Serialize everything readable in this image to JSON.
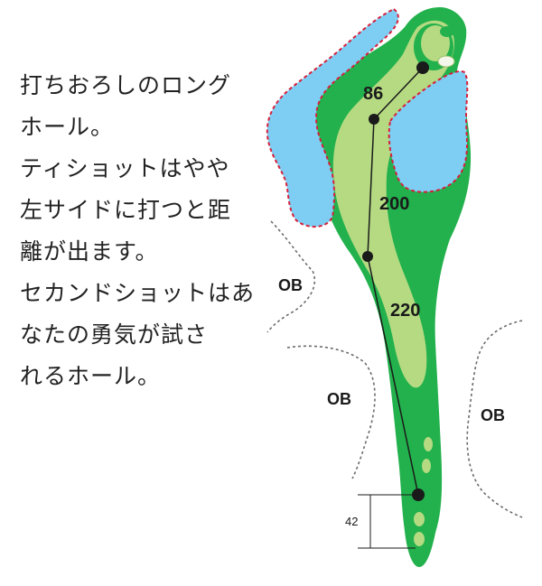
{
  "description": {
    "lines": [
      "打ちおろしのロング",
      "ホール。",
      "ティショットはやや",
      "左サイドに打つと距",
      "離が出ます。",
      "セカンドショットはあ",
      "なたの勇気が試さ",
      "れるホール。"
    ]
  },
  "map": {
    "distances": [
      "86",
      "200",
      "220"
    ],
    "ob_labels": [
      "OB",
      "OB",
      "OB"
    ],
    "tee_length": "42"
  },
  "colors": {
    "rough": "#22b14c",
    "fairway": "#b5da82",
    "water": "#7ecef4",
    "hazard_line": "#d6203b",
    "ob_line": "#6b6b6b",
    "route": "#1a1a1a"
  }
}
